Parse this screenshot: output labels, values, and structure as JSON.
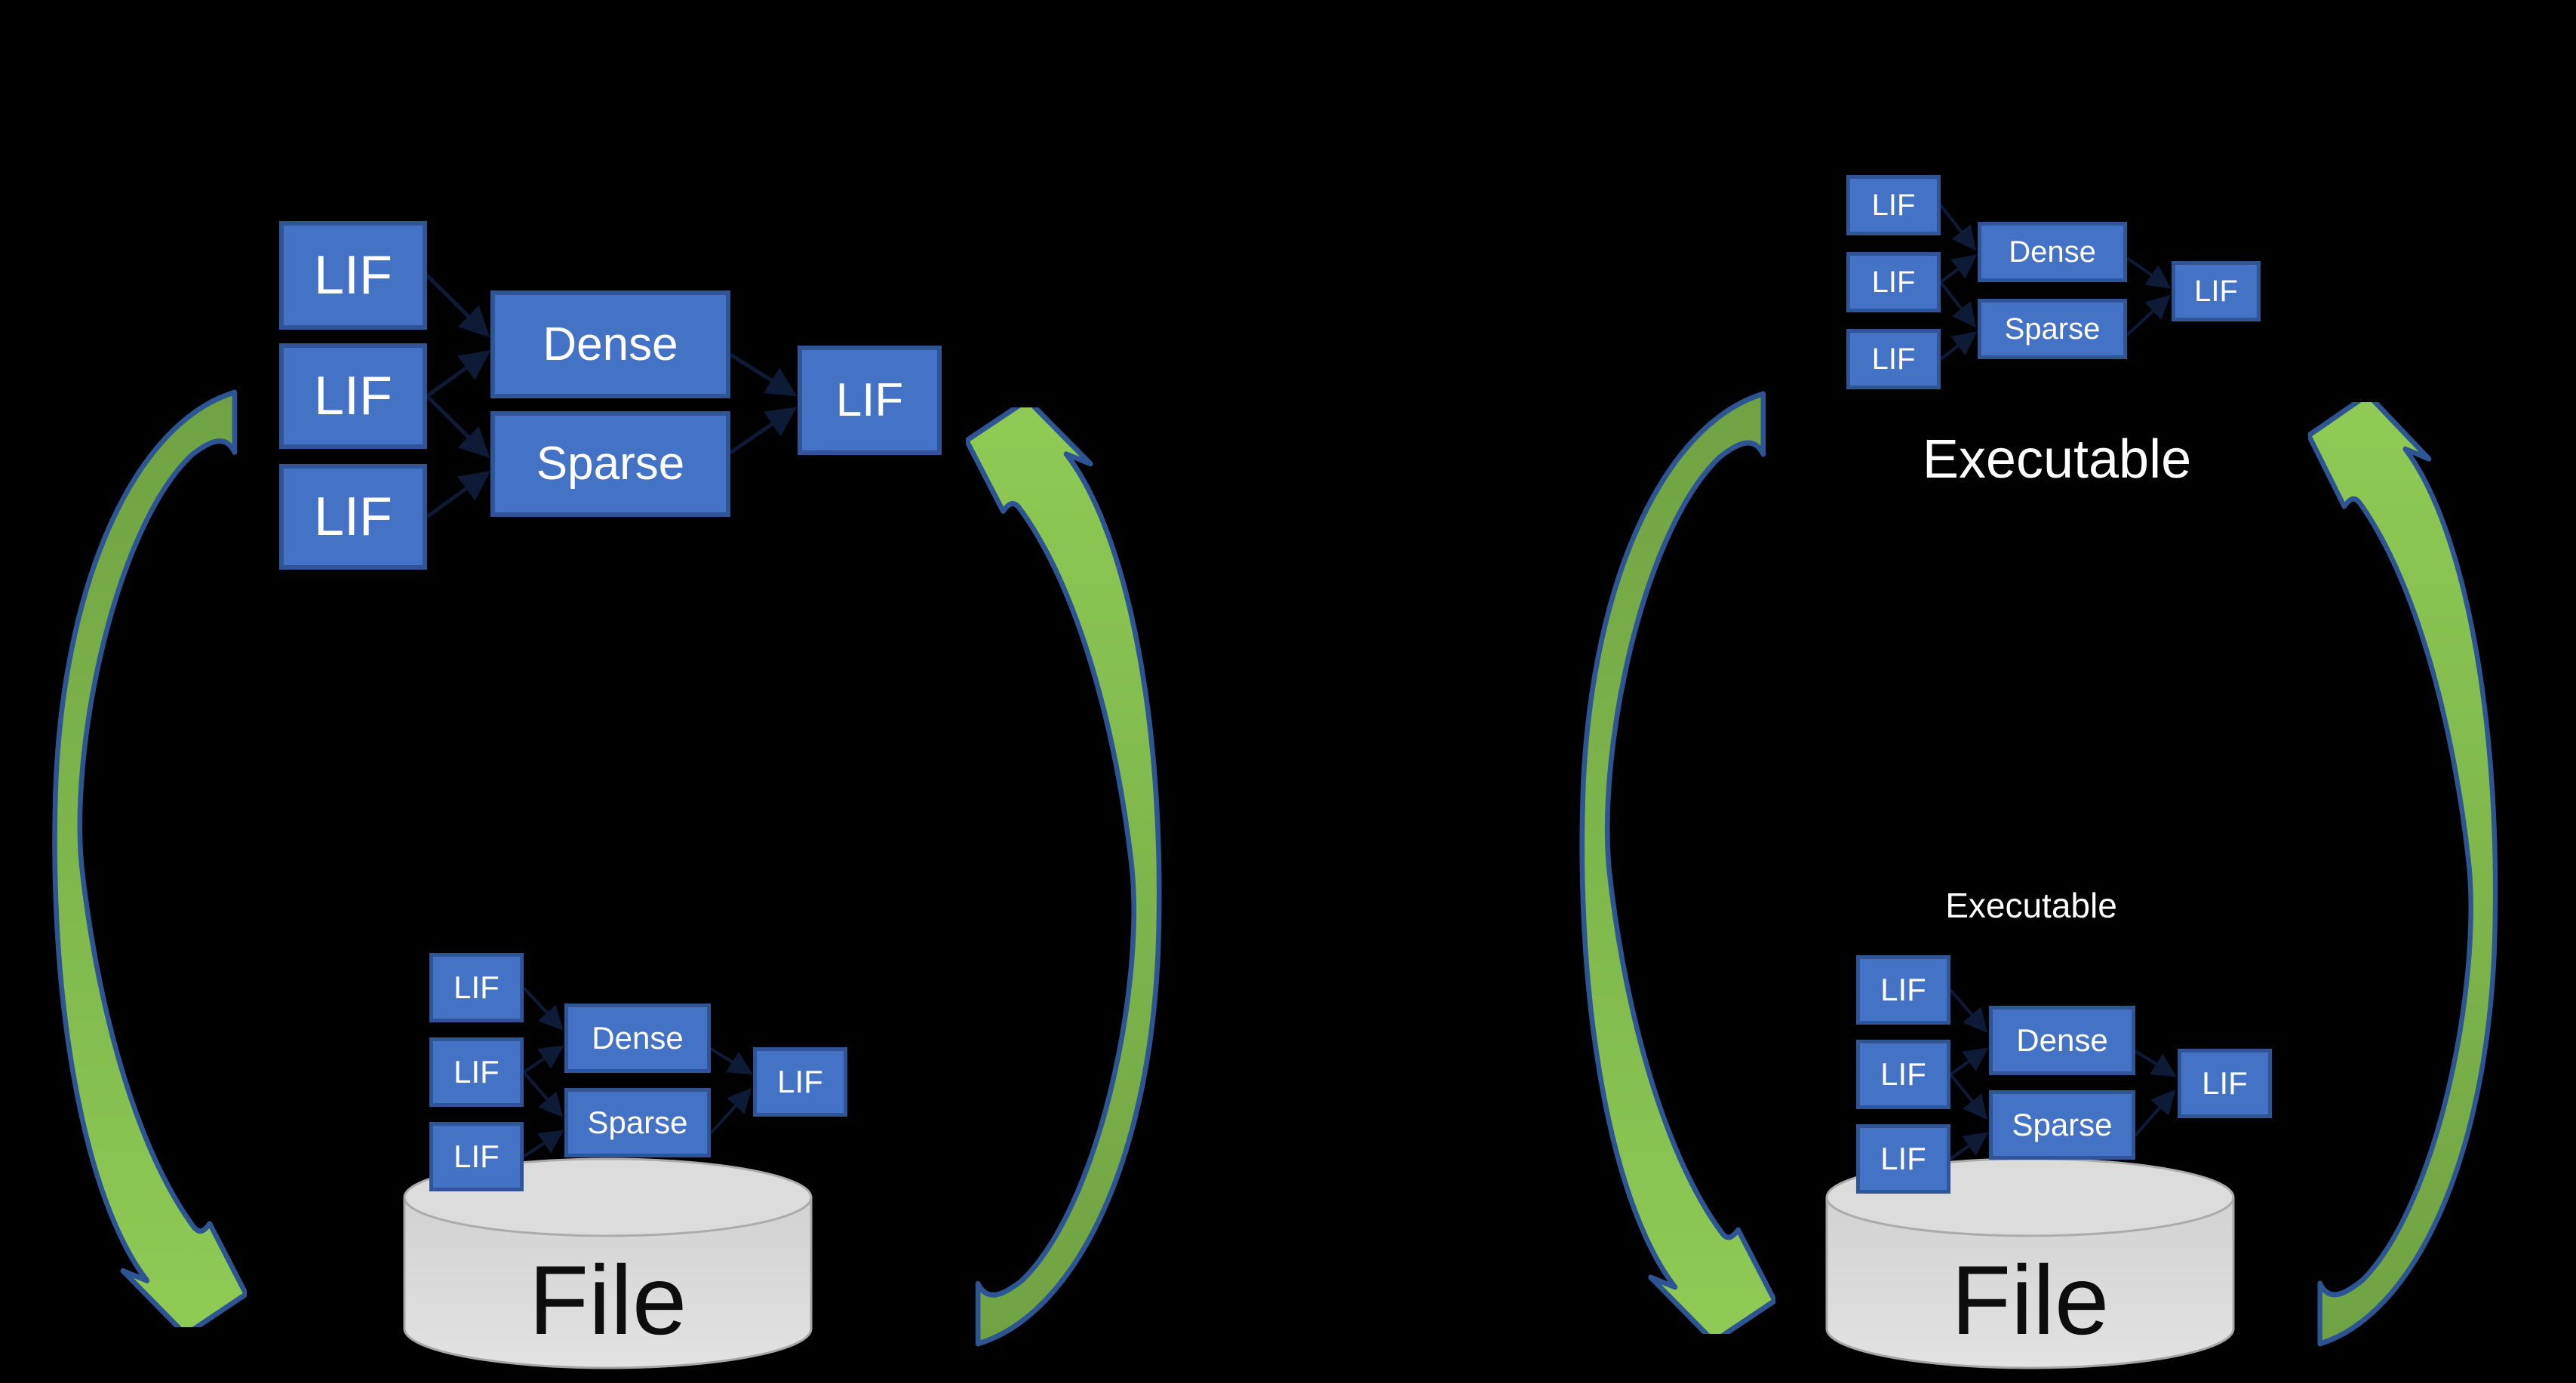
{
  "colors": {
    "background": "#000000",
    "box_fill": "#4472C4",
    "box_border": "#2F5597",
    "box_text": "#FFFFFF",
    "arrow_green_dark": "#6FA243",
    "arrow_green_bright": "#8FCB55",
    "arrow_outline": "#2E5593",
    "cylinder_fill_light": "#E2E2E2",
    "cylinder_fill_dark": "#CFCFCF",
    "cylinder_border": "#A6A6A6",
    "file_text": "#0D0D0D",
    "connector": "#0E1B36"
  },
  "left_diagram": {
    "top_network": {
      "lif_labels": [
        "LIF",
        "LIF",
        "LIF"
      ],
      "dense_label": "Dense",
      "sparse_label": "Sparse",
      "output_lif_label": "LIF"
    },
    "bottom_network": {
      "lif_labels": [
        "LIF",
        "LIF",
        "LIF"
      ],
      "dense_label": "Dense",
      "sparse_label": "Sparse",
      "output_lif_label": "LIF"
    },
    "file_label": "File"
  },
  "right_diagram": {
    "top_network": {
      "lif_labels": [
        "LIF",
        "LIF",
        "LIF"
      ],
      "dense_label": "Dense",
      "sparse_label": "Sparse",
      "output_lif_label": "LIF"
    },
    "top_executable_label": "Executable",
    "bottom_executable_label": "Executable",
    "bottom_network": {
      "lif_labels": [
        "LIF",
        "LIF",
        "LIF"
      ],
      "dense_label": "Dense",
      "sparse_label": "Sparse",
      "output_lif_label": "LIF"
    },
    "file_label": "File"
  }
}
